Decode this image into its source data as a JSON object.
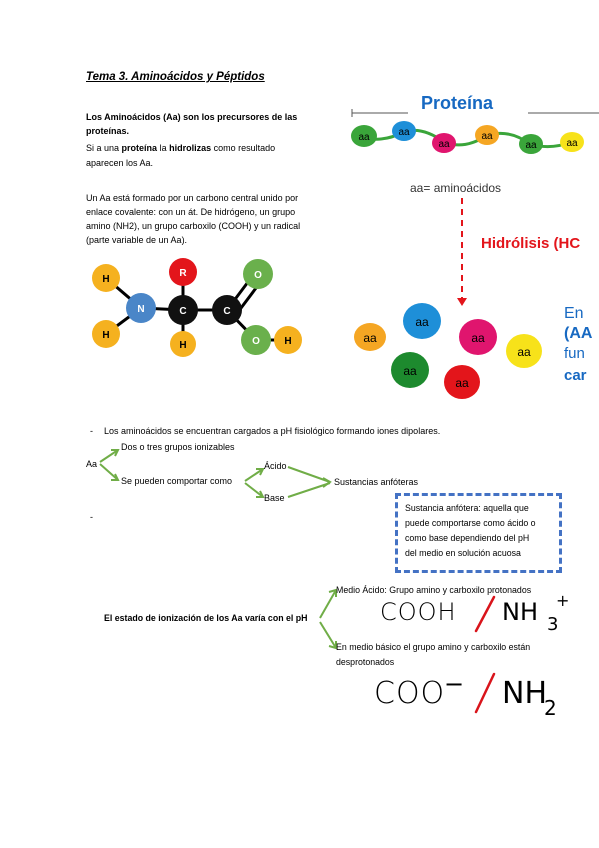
{
  "doc": {
    "title": "Tema 3. Aminoácidos y Péptidos",
    "intro_line1": "Los Aminoácidos (Aa) son los precursores de las",
    "intro_line2": "proteínas.",
    "hydro_pre": "Si a una",
    "hydro_prot": "proteína",
    "hydro_mid": "la",
    "hydro_verb": "hidrolizas",
    "hydro_post": "como resultado",
    "hydro_line2": "aparecen los Aa.",
    "struct_line1": "Un Aa está formado por un carbono central unido por",
    "struct_line2": "enlace covalente: con un át. De hidrógeno, un grupo",
    "struct_line3": "amino (NH2), un grupo carboxilo (COOH) y un radical",
    "struct_line4": "(parte variable de un Aa).",
    "bullet_dash": "-",
    "bullet_text": "Los aminoácidos se encuentran cargados a pH fisiológico formando iones dipolares.",
    "dash2": "-"
  },
  "molecule": {
    "atoms": {
      "h": "H",
      "n": "N",
      "c": "C",
      "r": "R",
      "o": "O"
    }
  },
  "protein_figure": {
    "title": "Proteína",
    "chain_label": "aa",
    "legend": "aa= aminoácidos",
    "hydrolysis": "Hidrólisis (HC",
    "side_line1": "En",
    "side_line2": "(AA",
    "side_line3": "fun",
    "side_line4": "car",
    "colors": {
      "green": "#3aa53a",
      "blue": "#1e8fd8",
      "pink": "#e0156e",
      "orange": "#f5a623",
      "yellow": "#f7e21a",
      "red": "#e3151b",
      "darkgreen": "#1d8a2e",
      "title_blue": "#1769c2",
      "hydro_red": "#e3151b",
      "arrow": "#e3151b"
    }
  },
  "tree": {
    "root": "Aa",
    "branch1": "Dos o tres grupos ionizables",
    "branch2": "Se pueden comportar como",
    "acid": "Ácido",
    "base": "Base",
    "result": "Sustancias anfóteras",
    "arrow_color": "#70ad47"
  },
  "definition_box": {
    "line1": "Sustancia anfótera: aquella que",
    "line2": "puede comportarse como ácido o",
    "line3": "como base dependiendo del pH",
    "line4": "del medio en solución acuosa",
    "border_color": "#4472c4"
  },
  "ionization": {
    "label": "El estado de ionización de los Aa varía con el pH",
    "acid_text": "Medio Ácido: Grupo amino y carboxilo protonados",
    "basic_line1": "En medio básico el grupo amino y carboxilo están",
    "basic_line2": "desprotonados",
    "hand_acid_left": "COOH",
    "hand_acid_right": "NH",
    "hand_acid_sub": "3",
    "hand_acid_sup": "+",
    "hand_base_left": "COO",
    "hand_base_minus": "−",
    "hand_base_right": "NH",
    "hand_base_sub": "2",
    "slash_color": "#d9141b"
  }
}
